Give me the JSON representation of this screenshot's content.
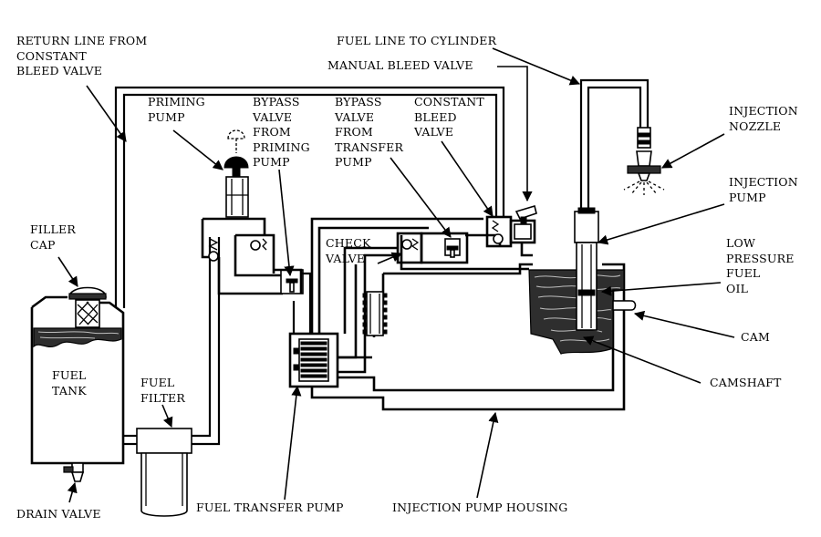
{
  "labels": {
    "return_line": "RETURN LINE FROM\nCONSTANT\nBLEED VALVE",
    "fuel_line_to_cylinder": "FUEL LINE TO CYLINDER",
    "manual_bleed_valve": "MANUAL BLEED VALVE",
    "priming_pump": "PRIMING\nPUMP",
    "bypass_valve_priming": "BYPASS\nVALVE\nFROM\nPRIMING\nPUMP",
    "bypass_valve_transfer": "BYPASS\nVALVE\nFROM\nTRANSFER\nPUMP",
    "constant_bleed_valve": "CONSTANT\nBLEED\nVALVE",
    "injection_nozzle": "INJECTION\nNOZZLE",
    "injection_pump": "INJECTION\nPUMP",
    "filler_cap": "FILLER\nCAP",
    "check_valve": "CHECK\nVALVE",
    "low_pressure_fuel_oil": "LOW\nPRESSURE\nFUEL\nOIL",
    "cam": "CAM",
    "camshaft": "CAMSHAFT",
    "fuel_tank": "FUEL\nTANK",
    "fuel_filter": "FUEL\nFILTER",
    "drain_valve": "DRAIN VALVE",
    "fuel_transfer_pump": "FUEL TRANSFER PUMP",
    "injection_pump_housing": "INJECTION PUMP HOUSING"
  }
}
